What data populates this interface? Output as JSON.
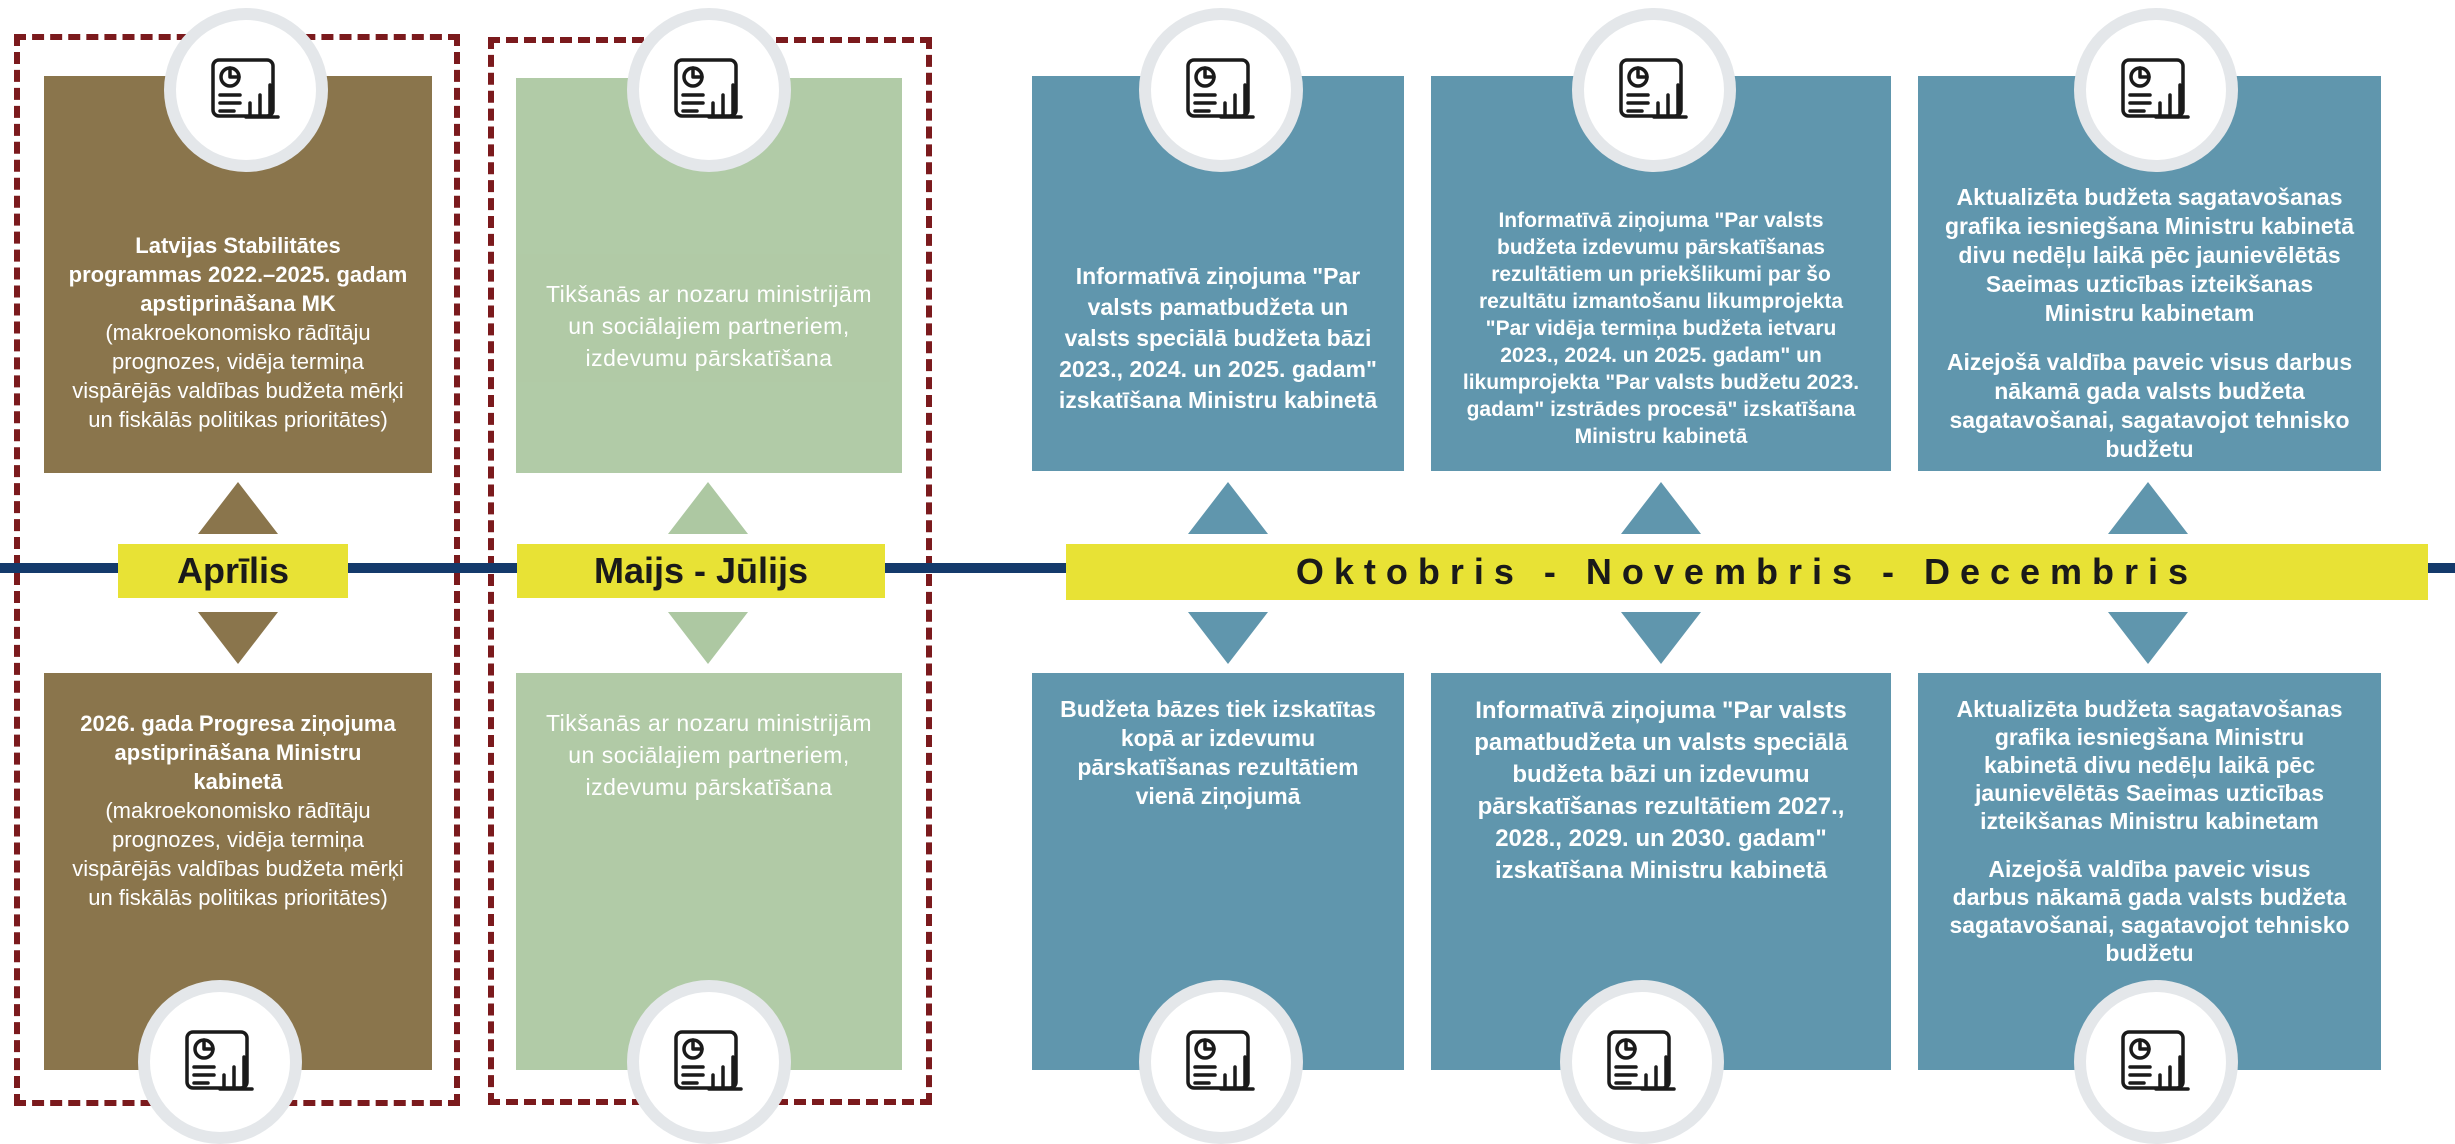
{
  "labels": {
    "april": "Aprīlis",
    "may_july": "Maijs - Jūlijs",
    "oct_dec": "Oktobris - Novembris - Decembris"
  },
  "icons": {
    "name": "report-chart-icon"
  },
  "colors": {
    "brown": "#8a754c",
    "sage": "#adc8a2",
    "teal": "#6096ad",
    "label_yellow": "#e8e235",
    "timeline_navy": "#143a6b",
    "dash_red": "#7b1a1d"
  },
  "cards": {
    "april_top": {
      "bold": "Latvijas Stabilitātes programmas 2022.–2025. gadam apstiprināšana MK",
      "normal": "(makroekonomisko rādītāju prognozes, vidēja termiņa vispārējās valdības budžeta mērķi un fiskālās politikas prioritātes)"
    },
    "april_bottom": {
      "bold": "2026. gada Progresa ziņojuma apstiprināšana Ministru kabinetā",
      "normal": "(makroekonomisko rādītāju prognozes, vidēja termiņa vispārējās valdības budžeta mērķi un fiskālās politikas prioritātes)"
    },
    "may_top": {
      "text": "Tikšanās ar nozaru ministrijām un sociālajiem partneriem, izdevumu pārskatīšana"
    },
    "may_bottom": {
      "text": "Tikšanās ar nozaru ministrijām un sociālajiem partneriem, izdevumu pārskatīšana"
    },
    "teal1_top": {
      "text": "Informatīvā ziņojuma \"Par valsts pamatbudžeta un valsts speciālā budžeta bāzi 2023., 2024. un 2025. gadam\" izskatīšana Ministru kabinetā"
    },
    "teal1_bottom": {
      "text": "Budžeta bāzes tiek izskatītas kopā ar izdevumu pārskatīšanas rezultātiem vienā ziņojumā"
    },
    "teal2_top": {
      "text": "Informatīvā ziņojuma \"Par valsts budžeta izdevumu pārskatīšanas rezultātiem un priekšlikumi par šo rezultātu izmantošanu likumprojekta \"Par vidēja termiņa budžeta ietvaru 2023., 2024. un 2025. gadam\" un likumprojekta \"Par valsts budžetu 2023. gadam\" izstrādes procesā\" izskatīšana Ministru kabinetā"
    },
    "teal2_bottom": {
      "text": "Informatīvā ziņojuma \"Par valsts pamatbudžeta un valsts speciālā budžeta bāzi un izdevumu pārskatīšanas rezultātiem 2027., 2028., 2029. un 2030. gadam\" izskatīšana Ministru kabinetā"
    },
    "teal3_top": {
      "p1": "Aktualizēta budžeta sagatavošanas grafika iesniegšana Ministru kabinetā divu nedēļu laikā pēc jaunievēlētās Saeimas uzticības izteikšanas Ministru kabinetam",
      "p2": "Aizejošā valdība paveic visus darbus nākamā gada valsts budžeta sagatavošanai, sagatavojot tehnisko budžetu"
    },
    "teal3_bottom": {
      "p1": "Aktualizēta budžeta sagatavošanas grafika iesniegšana Ministru kabinetā divu nedēļu laikā pēc jaunievēlētās Saeimas uzticības izteikšanas Ministru kabinetam",
      "p2": "Aizejošā valdība paveic visus darbus nākamā gada valsts budžeta sagatavošanai, sagatavojot tehnisko budžetu"
    }
  }
}
